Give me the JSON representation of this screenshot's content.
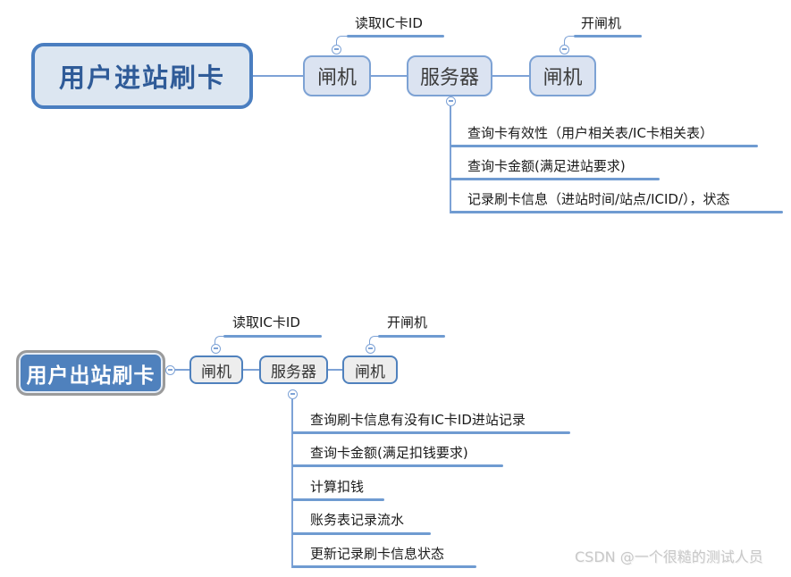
{
  "colors": {
    "connector_blue": "#7da2d6",
    "underline_blue": "#6f9bd1",
    "top_root_border": "#4a7ec0",
    "top_root_fill": "#dce6f1",
    "top_root_text": "#2f5b98",
    "top_branch_fill": "#dbe3f1",
    "bottom_root_fill": "#4f81bd",
    "bottom_root_border": "#9b9b9b",
    "bottom_branch_fill": "#ededed"
  },
  "top_map": {
    "root": "用户进站刷卡",
    "nodes": {
      "gate_in": "闸机",
      "server": "服务器",
      "gate_out": "闸机"
    },
    "callouts": {
      "read_card": "读取IC卡ID",
      "open_gate": "开闸机"
    },
    "server_children": [
      "查询卡有效性（用户相关表/IC卡相关表）",
      "查询卡金额(满足进站要求)",
      "记录刷卡信息（进站时间/站点/ICID/），状态"
    ]
  },
  "bottom_map": {
    "root": "用户出站刷卡",
    "nodes": {
      "gate_in": "闸机",
      "server": "服务器",
      "gate_out": "闸机"
    },
    "callouts": {
      "read_card": "读取IC卡ID",
      "open_gate": "开闸机"
    },
    "server_children": [
      "查询刷卡信息有没有IC卡ID进站记录",
      "查询卡金额(满足扣钱要求)",
      "计算扣钱",
      "账务表记录流水",
      "更新记录刷卡信息状态"
    ]
  },
  "watermark": "CSDN @一个很糙的测试人员"
}
